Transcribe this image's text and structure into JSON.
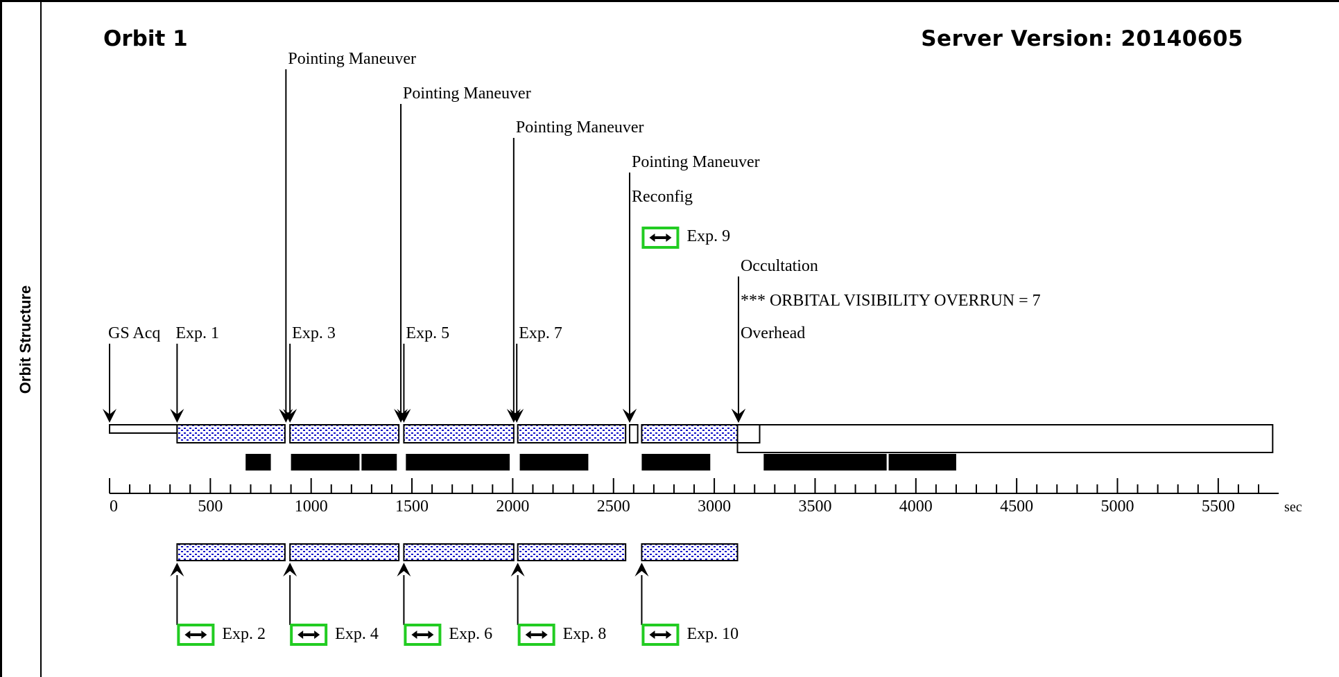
{
  "side_label": "Orbit Structure",
  "title": "Orbit 1",
  "server_version": "Server Version: 20140605",
  "colors": {
    "exposure_fill": "#ffffff",
    "exposure_dots": "#1010c8",
    "widget_border": "#22cc22",
    "bar_black": "#000000"
  },
  "axis": {
    "min": 0,
    "max": 5800,
    "unit": "sec",
    "major_ticks": [
      0,
      500,
      1000,
      1500,
      2000,
      2500,
      3000,
      3500,
      4000,
      4500,
      5000,
      5500
    ],
    "minor_step": 100
  },
  "top_events": [
    {
      "label": "GS Acq",
      "t": 0
    },
    {
      "label": "Exp. 1",
      "t": 335
    },
    {
      "label": "Pointing Maneuver",
      "t": 875,
      "row": 0
    },
    {
      "label": "Exp. 3",
      "t": 895
    },
    {
      "label": "Pointing Maneuver",
      "t": 1445,
      "row": 1
    },
    {
      "label": "Exp. 5",
      "t": 1460
    },
    {
      "label": "Pointing Maneuver",
      "t": 2005,
      "row": 2
    },
    {
      "label": "Exp. 7",
      "t": 2020
    },
    {
      "label": "Pointing Maneuver",
      "t": 2580,
      "row": 3
    },
    {
      "label": "Reconfig",
      "t": 2580,
      "row": 4
    },
    {
      "label": "Occultation",
      "t": 3120,
      "row": 6
    },
    {
      "label": "*** ORBITAL VISIBILITY OVERRUN = 7",
      "t": 3120,
      "row": 7
    },
    {
      "label": "Overhead",
      "t": 3120
    }
  ],
  "top_exposures": [
    {
      "start": 335,
      "end": 870
    },
    {
      "start": 895,
      "end": 1435
    },
    {
      "start": 1460,
      "end": 2005
    },
    {
      "start": 2025,
      "end": 2560
    },
    {
      "start": 2640,
      "end": 3115
    }
  ],
  "black_bars": [
    {
      "start": 675,
      "end": 800
    },
    {
      "start": 900,
      "end": 1240
    },
    {
      "start": 1250,
      "end": 1425
    },
    {
      "start": 1470,
      "end": 1985
    },
    {
      "start": 2035,
      "end": 2375
    },
    {
      "start": 2640,
      "end": 2980
    },
    {
      "start": 3245,
      "end": 3855
    },
    {
      "start": 3865,
      "end": 4200
    }
  ],
  "bottom_exposures": [
    {
      "label": "Exp. 2",
      "start": 335,
      "end": 870
    },
    {
      "label": "Exp. 4",
      "start": 895,
      "end": 1435
    },
    {
      "label": "Exp. 6",
      "start": 1460,
      "end": 2005
    },
    {
      "label": "Exp. 8",
      "start": 2025,
      "end": 2560
    },
    {
      "label": "Exp. 10",
      "start": 2640,
      "end": 3115
    }
  ],
  "exp9": {
    "label": "Exp. 9",
    "t": 2640
  },
  "visibility_window": {
    "start": 3115,
    "end": 5770
  },
  "gs_acq_window": {
    "start": 0,
    "end": 335
  },
  "overhead_box": {
    "start": 3115,
    "end": 3225
  },
  "reconfig_box": {
    "start": 2580,
    "end": 2620
  }
}
